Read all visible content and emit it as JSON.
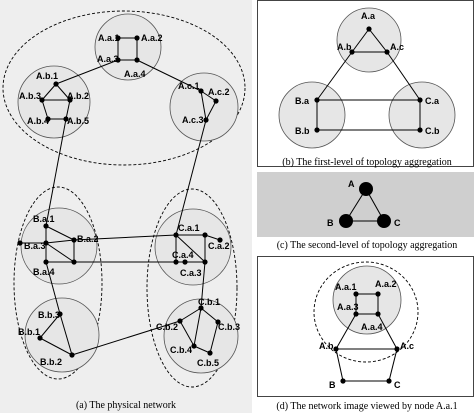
{
  "panels": {
    "a": {
      "caption": "(a) The physical network",
      "nodes": [
        "A.a.1",
        "A.a.2",
        "A.a.3",
        "A.a.4",
        "A.b.1",
        "A.b.2",
        "A.b.3",
        "A.b.4",
        "A.b.5",
        "A.c.1",
        "A.c.2",
        "A.c.3",
        "B.a.1",
        "B.a.2",
        "B.a.3",
        "B.a.4",
        "B.b.1",
        "B.b.2",
        "B.b.3",
        "C.a.1",
        "C.a.2",
        "C.a.3",
        "C.a.4",
        "C.b.1",
        "C.b.2",
        "C.b.3",
        "C.b.4",
        "C.b.5"
      ]
    },
    "b": {
      "caption": "(b) The first-level of topology aggregation",
      "nodes": [
        "A.a",
        "A.b",
        "A.c",
        "B.a",
        "B.b",
        "C.a",
        "C.b"
      ]
    },
    "c": {
      "caption": "(c) The second-level of topology aggregation",
      "nodes": [
        "A",
        "B",
        "C"
      ]
    },
    "d": {
      "caption": "(d) The network image viewed by node A.a.1",
      "nodes": [
        "A.a.1",
        "A.a.2",
        "A.a.3",
        "A.a.4",
        "A.b",
        "A.c",
        "B",
        "C"
      ]
    }
  },
  "colors": {
    "cluster_fill": "#e6e6e6",
    "panel_c_background": "#cfcfcf",
    "node": "#000000"
  }
}
